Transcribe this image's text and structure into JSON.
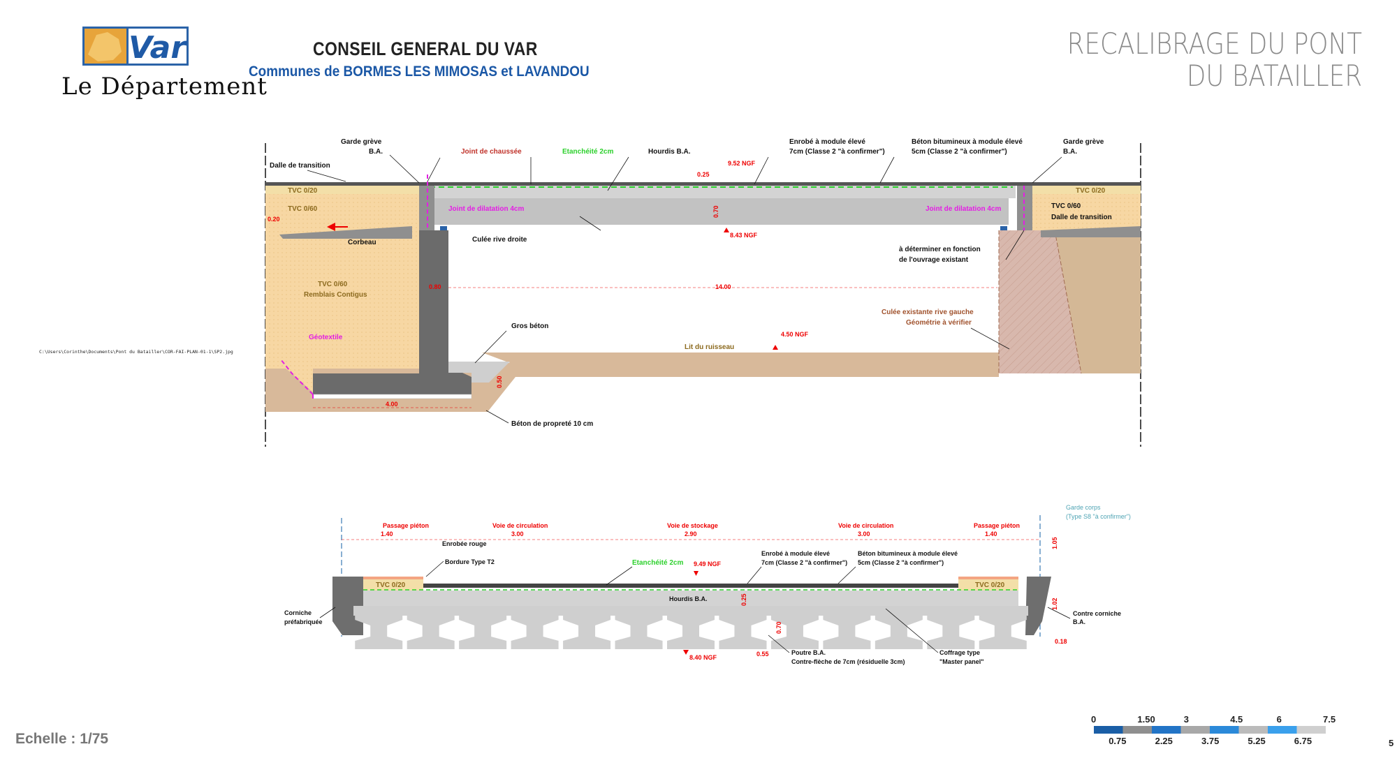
{
  "header": {
    "logo_text": "Var",
    "logo_sub": "Le Département",
    "title": "CONSEIL GENERAL DU VAR",
    "subtitle": "Communes de BORMES LES MIMOSAS et LAVANDOU",
    "project_line1": "RECALIBRAGE DU PONT",
    "project_line2": "DU BATAILLER"
  },
  "filepath": "C:\\Users\\Corinthe\\Documents\\Pont du Batailler\\COR-FAI-PLAN-01-1\\SP2.jpg",
  "scale": "Echelle : 1/75",
  "longitudinal": {
    "garde_greve_left": [
      "Garde grève",
      "B.A."
    ],
    "dalle_transition_left": "Dalle de transition",
    "joint_chaussee": "Joint de chaussée",
    "etancheite": "Etanchéité 2cm",
    "hourdis": "Hourdis B.A.",
    "enrobe": [
      "Enrobé à module élevé",
      "7cm (Classe 2 \"à confirmer\")"
    ],
    "beton_bitumineux": [
      "Béton bitumineux à module élevé",
      "5cm (Classe 2 \"à confirmer\")"
    ],
    "garde_greve_right": [
      "Garde grève",
      "B.A."
    ],
    "ngf_top": "9.52 NGF",
    "dim_025": "0.25",
    "tvc_020_left": "TVC 0/20",
    "tvc_020_right": "TVC 0/20",
    "tvc_060_left": "TVC 0/60",
    "dim_020": "0.20",
    "joint_dilatation_left": "Joint de dilatation 4cm",
    "joint_dilatation_right": "Joint de dilatation 4cm",
    "dim_070": "0.70",
    "ngf_under": "8.43 NGF",
    "tvc_060_right": "TVC 0/60",
    "dalle_transition_right": "Dalle de transition",
    "corbeau": "Corbeau",
    "culee_droite": "Culée rive droite",
    "a_determiner": [
      "à déterminer en fonction",
      "de l'ouvrage existant"
    ],
    "remblais": [
      "TVC 0/60",
      "Remblais Contigus"
    ],
    "dim_080": "0.80",
    "dim_span": "14.00",
    "culee_gauche": [
      "Culée existante rive gauche",
      "Géométrie à vérifier"
    ],
    "geotextile": "Géotextile",
    "gros_beton": "Gros béton",
    "ngf_bed": "4.50 NGF",
    "lit": "Lit du ruisseau",
    "dim_050": "0.50",
    "dim_400": "4.00",
    "beton_proprete": "Béton de propreté 10 cm"
  },
  "cross": {
    "zones": [
      {
        "label": "Passage piéton",
        "dim": "1.40"
      },
      {
        "label": "Voie de circulation",
        "dim": "3.00"
      },
      {
        "label": "Voie de stockage",
        "dim": "2.90"
      },
      {
        "label": "Voie de circulation",
        "dim": "3.00"
      },
      {
        "label": "Passage piéton",
        "dim": "1.40"
      }
    ],
    "garde_corps": [
      "Garde corps",
      "(Type S8 \"à confirmer\")"
    ],
    "enrobee_rouge": "Enrobée rouge",
    "bordure": "Bordure Type T2",
    "etancheite": "Etanchéité 2cm",
    "ngf_top": "9.49 NGF",
    "enrobe": [
      "Enrobé à module élevé",
      "7cm (Classe 2 \"à confirmer\")"
    ],
    "beton_bitumineux": [
      "Béton bitumineux à module élevé",
      "5cm (Classe 2 \"à confirmer\")"
    ],
    "dim_105": "1.05",
    "tvc_left": "TVC 0/20",
    "tvc_right": "TVC 0/20",
    "hourdis": "Hourdis B.A.",
    "dim_025": "0.25",
    "dim_102": "1.02",
    "corniche": [
      "Corniche",
      "préfabriquée"
    ],
    "contre_corniche": [
      "Contre corniche",
      "B.A."
    ],
    "dim_070": "0.70",
    "dim_018": "0.18",
    "ngf_bottom": "8.40 NGF",
    "dim_055": "0.55",
    "poutre": [
      "Poutre B.A.",
      "Contre-flèche de 7cm (résiduelle 3cm)"
    ],
    "coffrage": [
      "Coffrage type",
      "\"Master panel\""
    ]
  },
  "legend": {
    "top_ticks": [
      "0",
      "1.50",
      "3",
      "4.5",
      "6",
      "7.5"
    ],
    "bottom_ticks": [
      "0.75",
      "2.25",
      "3.75",
      "5.25",
      "6.75"
    ],
    "colors": [
      "#1a5ea6",
      "#8f8f8f",
      "#2274c6",
      "#a8a8a8",
      "#2b89d9",
      "#bbbbbb",
      "#3aa0ec",
      "#cfcfcf"
    ],
    "end_mark": "5"
  }
}
